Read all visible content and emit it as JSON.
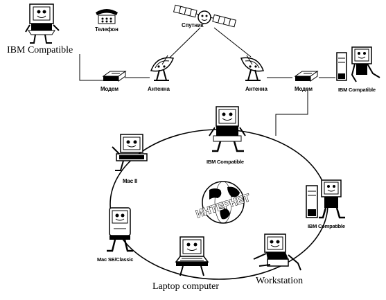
{
  "diagram": {
    "top_network": {
      "phone_label": "Телефон",
      "satellite_label": "Спутник",
      "left_computer_label": "IBM Compatible",
      "left_modem_label": "Модем",
      "left_antenna_label": "Антенна",
      "right_antenna_label": "Антенна",
      "right_modem_label": "Модем",
      "right_computer_label": "IBM Compatible"
    },
    "ring": {
      "center_label": "ИНТЕРНЕТ",
      "nodes": [
        {
          "label": "IBM Compatible"
        },
        {
          "label": "Mac II"
        },
        {
          "label": "IBM Compatible"
        },
        {
          "label": "Mac SE/Classic"
        },
        {
          "label": "Laptop computer"
        },
        {
          "label": "Workstation"
        }
      ]
    },
    "icons": {
      "computer": "smiling-computer-icon",
      "modem": "modem-icon",
      "antenna": "satellite-dish-icon",
      "satellite": "satellite-icon",
      "phone": "telephone-icon",
      "globe": "globe-icon"
    },
    "colors": {
      "line": "#000000",
      "background": "#ffffff"
    }
  }
}
